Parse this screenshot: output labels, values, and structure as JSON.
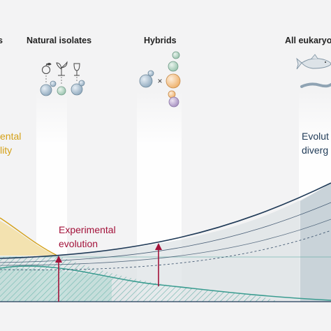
{
  "headings": {
    "cut_left": "s",
    "natural_isolates": "Natural isolates",
    "hybrids": "Hybrids",
    "all_eukaryotes": "All eukaryo"
  },
  "left_label": {
    "line1": "ental",
    "line2": "lity",
    "color": "#d4a017"
  },
  "right_label": {
    "line1": "Evolut",
    "line2": "diverg",
    "color": "#1f3a57"
  },
  "center_label": {
    "line1": "Experimental",
    "line2": "evolution",
    "color": "#a3123a"
  },
  "icons": [
    "apple-icon",
    "sprout-icon",
    "wine-glass-icon",
    "yeast-cell-icon",
    "fish-icon",
    "worm-icon"
  ],
  "colors": {
    "background": "#f3f3f4",
    "diversity_fill": "#dde3e6",
    "diversity_line": "#1f3a57",
    "plasticity_fill": "#f3e2b0",
    "plasticity_line": "#d4a017",
    "teal": "#3a9c90",
    "arrow": "#a3123a",
    "cell_blue": "#9fb9cc",
    "cell_green": "#b7d6c6",
    "cell_orange": "#f2c490",
    "cell_purple": "#b6a3c8"
  }
}
